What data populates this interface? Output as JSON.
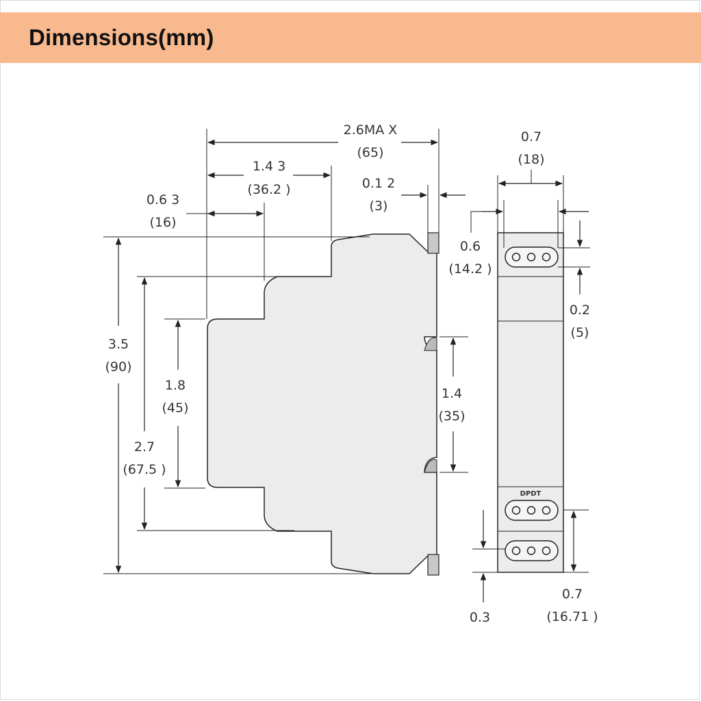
{
  "header": {
    "title": "Dimensions(mm)"
  },
  "colors": {
    "header_bg": "#f9b98f",
    "body_fill": "#ececec"
  },
  "side_view": {
    "total_depth": {
      "inch": "2.6MA X",
      "mm": "(65)"
    },
    "depth_1": {
      "inch": "1.4 3",
      "mm": "(36.2 )"
    },
    "depth_2": {
      "inch": "0.6 3",
      "mm": "(16)"
    },
    "clip": {
      "inch": "0.1 2",
      "mm": "(3)"
    },
    "height_total": {
      "inch": "3.5",
      "mm": "(90)"
    },
    "height_2": {
      "inch": "2.7",
      "mm": "(67.5 )"
    },
    "height_3": {
      "inch": "1.8",
      "mm": "(45)"
    },
    "rail": {
      "inch": "1.4",
      "mm": "(35)"
    }
  },
  "front_view": {
    "width": {
      "inch": "0.7",
      "mm": "(18)"
    },
    "inner_width": {
      "inch": "0.6",
      "mm": "(14.2 )"
    },
    "top_gap": {
      "inch": "0.2",
      "mm": "(5)"
    },
    "label": "DPDT",
    "bottom_gap": {
      "inch": "0.3"
    },
    "bottom_height": {
      "inch": "0.7",
      "mm": "(16.71 )"
    }
  }
}
